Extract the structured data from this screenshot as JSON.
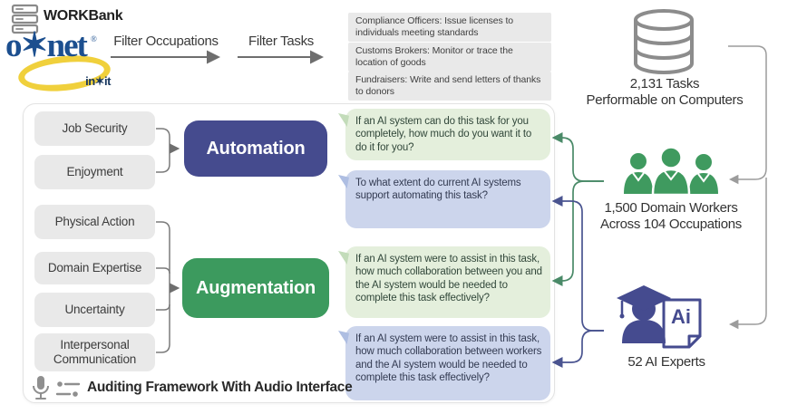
{
  "colors": {
    "automation_fill": "#454b8e",
    "augmentation_fill": "#3c9a5e",
    "worker_green": "#3f9a5f",
    "expert_indigo": "#454b8f",
    "bubble_green": "#e4efdc",
    "bubble_blue": "#ccd5ec",
    "gray_box": "#e9e9e9",
    "onet_navy": "#1c4f8f",
    "onet_yellow": "#f0d03c",
    "connector_green": "#4a8a68",
    "connector_blue": "#4a5490",
    "connector_gray": "#9c9c9c"
  },
  "header": {
    "workbank_label": "WORKBank",
    "onet_wordmark": "o✶net",
    "onet_reg": "®",
    "onet_badge": "in✶it",
    "filter_occupations_label": "Filter Occupations",
    "filter_tasks_label": "Filter Tasks",
    "task_examples": [
      "Compliance Officers: Issue licenses to individuals meeting standards",
      "Customs Brokers: Monitor or trace the location of goods",
      "Fundraisers: Write and send letters of thanks to donors"
    ]
  },
  "sources": {
    "tasks_count": "2,131 Tasks",
    "tasks_sub": "Performable on Computers",
    "workers_line1": "1,500 Domain Workers",
    "workers_line2": "Across 104 Occupations",
    "experts_label": "52 AI Experts",
    "ai_doc_text": "Ai"
  },
  "panel": {
    "attributes": [
      "Job Security",
      "Enjoyment",
      "Physical Action",
      "Domain Expertise",
      "Uncertainty",
      "Interpersonal Communication"
    ],
    "automation_label": "Automation",
    "augmentation_label": "Augmentation",
    "questions": [
      {
        "text": "If an AI system can do this task for you completely, how much do you want it to do it for you?"
      },
      {
        "text": "To what extent do current AI systems support automating this task?"
      },
      {
        "text": "If an AI system were to assist in this task, how much collaboration between you and the AI system would be needed to complete this task effectively?"
      },
      {
        "text": "If an AI system were to assist in this task, how much collaboration between workers and the AI system would be needed to complete this task effectively?"
      }
    ],
    "caption": "Auditing Framework With Audio Interface"
  }
}
